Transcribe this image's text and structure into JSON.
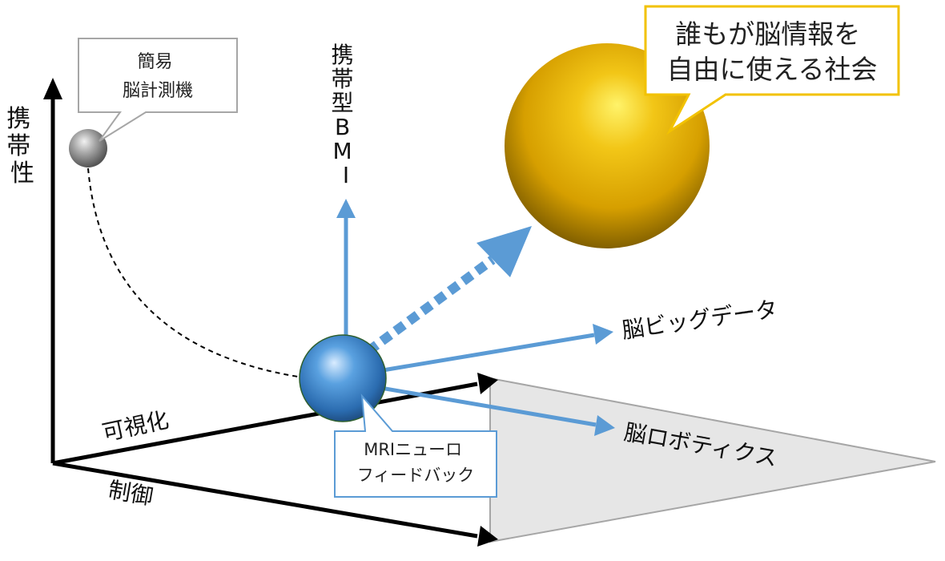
{
  "axes": {
    "vertical_label": "携帯性",
    "horizontal_label": "可視化",
    "depth_label": "制御"
  },
  "callouts": {
    "portable_device": [
      "簡易",
      "脳計測機"
    ],
    "neurofeedback": [
      "MRIニューロ",
      "フィードバック"
    ],
    "vision": [
      "誰もが脳情報を",
      "自由に使える社会"
    ]
  },
  "directions": {
    "portable_bmi": "携帯型BMI",
    "big_data": "脳ビッグデータ",
    "robotics": "脳ロボティクス"
  },
  "colors": {
    "arrow_blue": "#5b9bd5",
    "vision_border": "#f2c200",
    "gold_sphere": "#e6b800",
    "blue_sphere": "#3f86cc",
    "grey_sphere": "#a6a6a6",
    "plane_fill": "#e6e6e6"
  }
}
